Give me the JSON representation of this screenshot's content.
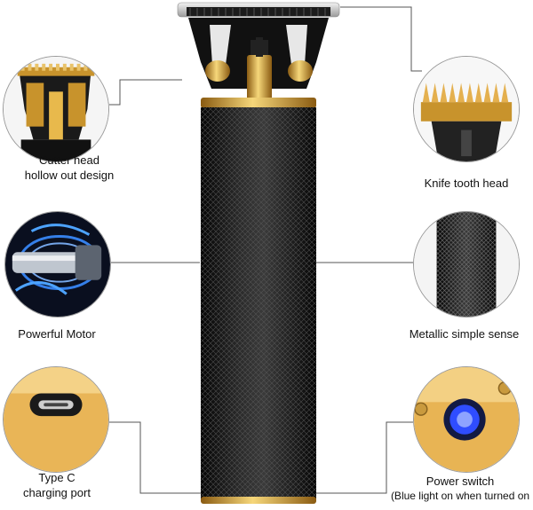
{
  "features": {
    "cutter_head": {
      "line1": "Cutter head",
      "line2": "hollow out design",
      "icon": "cutter-head"
    },
    "knife_tooth": {
      "line1": "Knife tooth head",
      "icon": "knife-teeth"
    },
    "motor": {
      "line1": "Powerful Motor",
      "icon": "motor"
    },
    "metallic": {
      "line1": "Metallic simple sense",
      "icon": "knurled-body"
    },
    "type_c": {
      "line1": "Type C",
      "line2": "charging port",
      "icon": "usb-c-port"
    },
    "power_switch": {
      "line1": "Power switch",
      "line2": "(Blue light on when turned on",
      "icon": "power-button"
    }
  },
  "colors": {
    "gold": "#c8932c",
    "gold_light": "#f2cf73",
    "body_black": "#141414",
    "blade_silver": "#d9d9d9",
    "led_blue": "#2f4dff",
    "line_gray": "#555555"
  }
}
